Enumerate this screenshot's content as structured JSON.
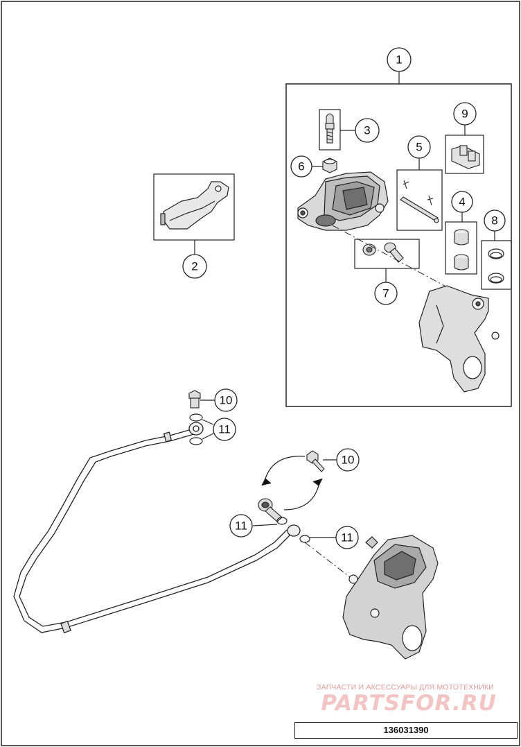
{
  "diagram": {
    "callouts": [
      "1",
      "2",
      "3",
      "4",
      "5",
      "6",
      "7",
      "8",
      "9",
      "10",
      "10",
      "11",
      "11",
      "11"
    ]
  },
  "watermark": {
    "subtitle": "ЗАПЧАСТИ И АКСЕССУАРЫ ДЛЯ МОТОТЕХНИКИ",
    "logo": "PARTSFOR.RU"
  },
  "diagram_code": "136031390"
}
